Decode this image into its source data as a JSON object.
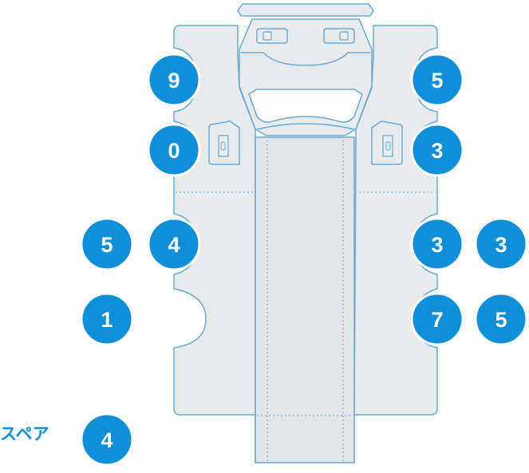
{
  "colors": {
    "badge_fill": "#0e8fd8",
    "badge_ring": "#ffffff",
    "frame_fill": "#e8eaec",
    "frame_stroke": "#6aa9d6",
    "dotted_line": "#7fb7df",
    "label_color": "#0e8fd8"
  },
  "spare": {
    "label": "スペア",
    "value": "4"
  },
  "badges": {
    "left_top": "9",
    "left_2": "0",
    "left_3": "4",
    "left_outer_3": "5",
    "left_outer_4": "1",
    "right_top": "5",
    "right_2": "3",
    "right_3": "3",
    "right_outer_3": "3",
    "right_4": "7",
    "right_outer_4": "5"
  }
}
